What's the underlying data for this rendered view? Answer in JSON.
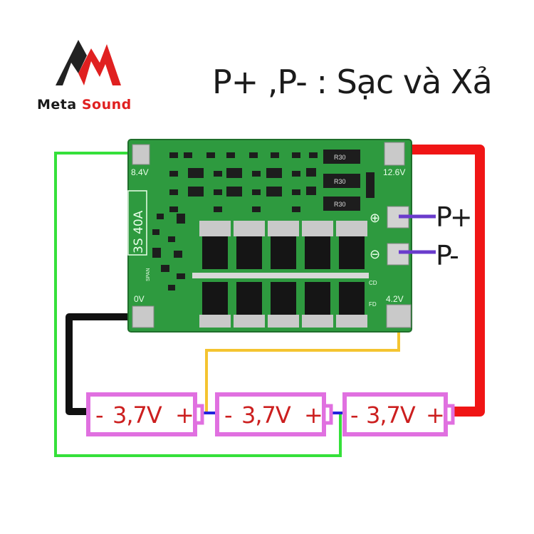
{
  "logo": {
    "brand_word1": "Meta",
    "brand_word2": "Sound",
    "mark_color": "#e02020"
  },
  "title": "P+ ,P- : Sạc và Xả",
  "board": {
    "model": "3S 40A",
    "pad_8v4": "8.4V",
    "pad_12v6": "12.6V",
    "pad_0v": "0V",
    "pad_4v2": "4.2V",
    "plus_symbol": "⊕",
    "minus_symbol": "⊖",
    "resistor_code": "R30",
    "side_label": "SPAN",
    "cd_label": "CD",
    "fd_label": "FD",
    "color": "#2e9a3f"
  },
  "terminals": {
    "p_plus": "P+",
    "p_minus": "P-",
    "label_color": "#1b1b1b",
    "wire_color": "#6a3ccc"
  },
  "batteries": [
    {
      "minus": "-",
      "voltage": "3,7V",
      "plus": "+"
    },
    {
      "minus": "-",
      "voltage": "3,7V",
      "plus": "+"
    },
    {
      "minus": "-",
      "voltage": "3,7V",
      "plus": "+"
    }
  ],
  "wires": {
    "green": "#35e03a",
    "red": "#f01515",
    "black": "#111111",
    "yellow": "#f4c430",
    "blue": "#2222dd"
  }
}
